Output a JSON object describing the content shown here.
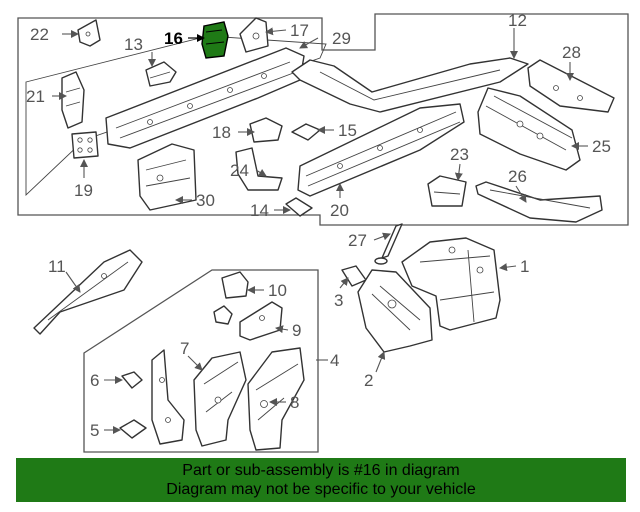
{
  "diagram": {
    "highlight_color": "#1f7a16",
    "callouts": {
      "c1": "1",
      "c2": "2",
      "c3": "3",
      "c4": "4",
      "c5": "5",
      "c6": "6",
      "c7": "7",
      "c8": "8",
      "c9": "9",
      "c10": "10",
      "c11": "11",
      "c12": "12",
      "c13": "13",
      "c14": "14",
      "c15": "15",
      "c16": "16",
      "c17": "17",
      "c18": "18",
      "c19": "19",
      "c20": "20",
      "c21": "21",
      "c22": "22",
      "c23": "23",
      "c24": "24",
      "c25": "25",
      "c26": "26",
      "c27": "27",
      "c28": "28",
      "c29": "29",
      "c30": "30"
    },
    "highlighted_part": "16"
  },
  "banner": {
    "line1": "Part or sub-assembly is #16 in diagram",
    "line2": "Diagram may not be specific to your vehicle",
    "background": "#1f7a16"
  }
}
